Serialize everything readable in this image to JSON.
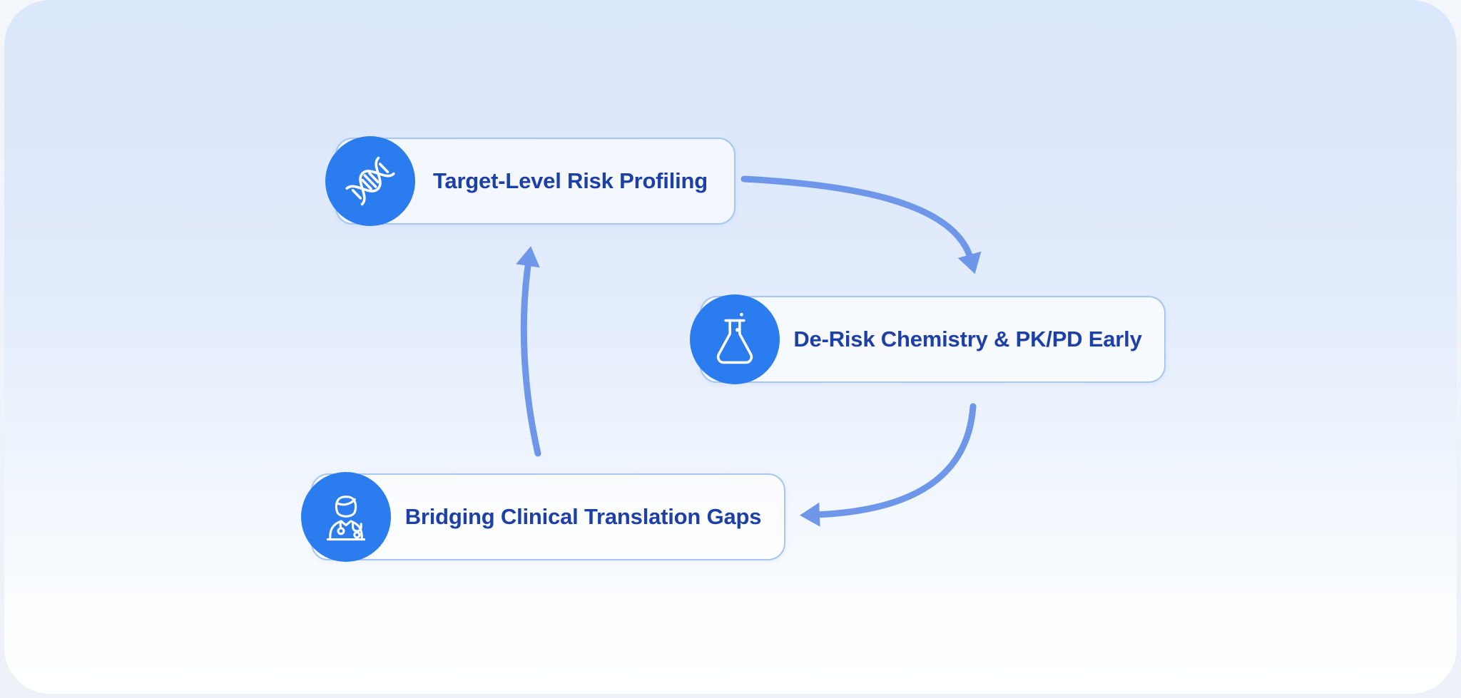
{
  "diagram": {
    "nodes": [
      {
        "id": "target-risk",
        "label": "Target-Level Risk Profiling",
        "icon": "dna-icon"
      },
      {
        "id": "derisk-chem",
        "label": "De-Risk Chemistry & PK/PD Early",
        "icon": "flask-icon"
      },
      {
        "id": "clinical-gaps",
        "label": "Bridging Clinical Translation Gaps",
        "icon": "doctor-icon"
      }
    ],
    "edges": [
      {
        "from": "Target-Level Risk Profiling",
        "to": "De-Risk Chemistry & PK/PD Early"
      },
      {
        "from": "De-Risk Chemistry & PK/PD Early",
        "to": "Bridging Clinical Translation Gaps"
      },
      {
        "from": "Bridging Clinical Translation Gaps",
        "to": "Target-Level Risk Profiling"
      }
    ],
    "colors": {
      "icon_circle": "#2a7cef",
      "node_border": "#a6c6f3",
      "node_fill": "#ffffffa8",
      "label_text": "#1c3fa8",
      "arrow": "#6e97ea",
      "canvas_top": "#dbe7fa",
      "canvas_bottom": "#ffffff"
    }
  }
}
